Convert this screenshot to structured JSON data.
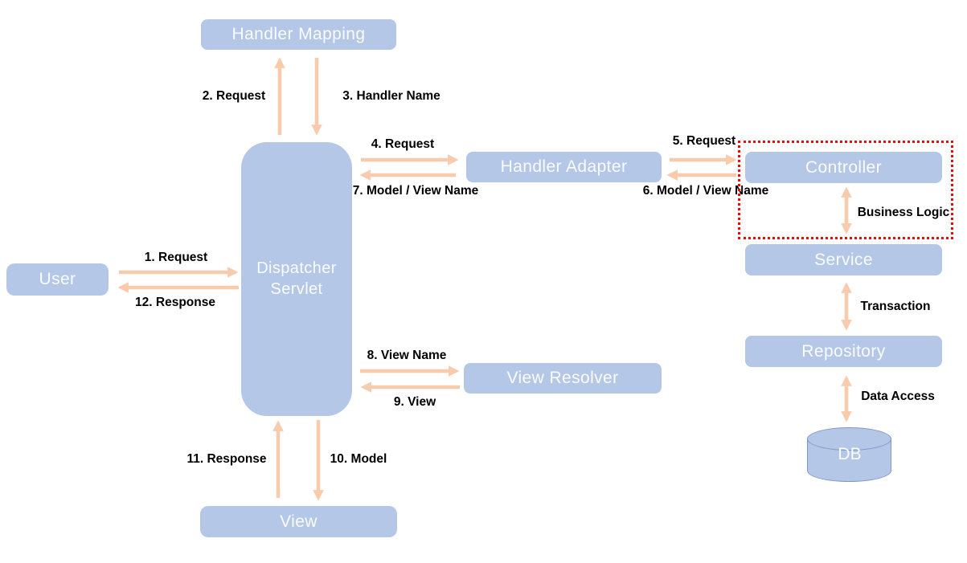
{
  "diagram": "Spring MVC request flow architecture",
  "colors": {
    "node_fill": "#b4c7e7",
    "node_text": "#fafcfe",
    "arrow": "#f8cbad",
    "label_text": "#000000",
    "highlight_border": "#ff0000",
    "db_border": "#8496c8"
  },
  "nodes": {
    "handler_mapping": {
      "label": "Handler Mapping"
    },
    "dispatcher_servlet": {
      "label": "Dispatcher Servlet"
    },
    "user": {
      "label": "User"
    },
    "handler_adapter": {
      "label": "Handler Adapter"
    },
    "controller": {
      "label": "Controller"
    },
    "service": {
      "label": "Service"
    },
    "repository": {
      "label": "Repository"
    },
    "db": {
      "label": "DB"
    },
    "view_resolver": {
      "label": "View Resolver"
    },
    "view": {
      "label": "View"
    }
  },
  "flow_labels": {
    "step1": "1. Request",
    "step2": "2. Request",
    "step3": "3. Handler Name",
    "step4": "4. Request",
    "step5": "5. Request",
    "step6": "6. Model / View Name",
    "step7": "7. Model / View Name",
    "step8": "8. View Name",
    "step9": "9. View",
    "step10": "10. Model",
    "step11": "11. Response",
    "step12": "12. Response",
    "business_logic": "Business Logic",
    "transaction": "Transaction",
    "data_access": "Data Access"
  }
}
